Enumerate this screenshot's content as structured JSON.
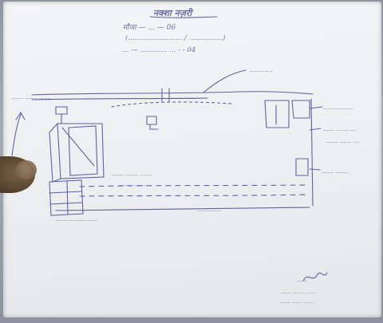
{
  "sheet": {
    "title": "नक्शा नज़री",
    "header_lines": [
      "मौजा — ... — 06",
      "(…………………… / ……………)",
      "… — ………… … ‑ ‑ 04"
    ]
  },
  "labels": {
    "ref_top": "…………",
    "left_top": "…… …… ……",
    "top_mid": "…… ……",
    "right_1": "……………",
    "right_2": "…… …… …",
    "right_3": "…… …… …",
    "right_4": "…… ……",
    "mid_1": "…… …… ……",
    "mid_2": "…… ……",
    "ground": "…………",
    "bottom_left": "…………………"
  },
  "signature": {
    "mark": "……",
    "line_1": "…… …… ……",
    "line_2": "…… …… ……"
  },
  "colors": {
    "ink": "#3a3f8a",
    "paper": "#eceef0"
  }
}
